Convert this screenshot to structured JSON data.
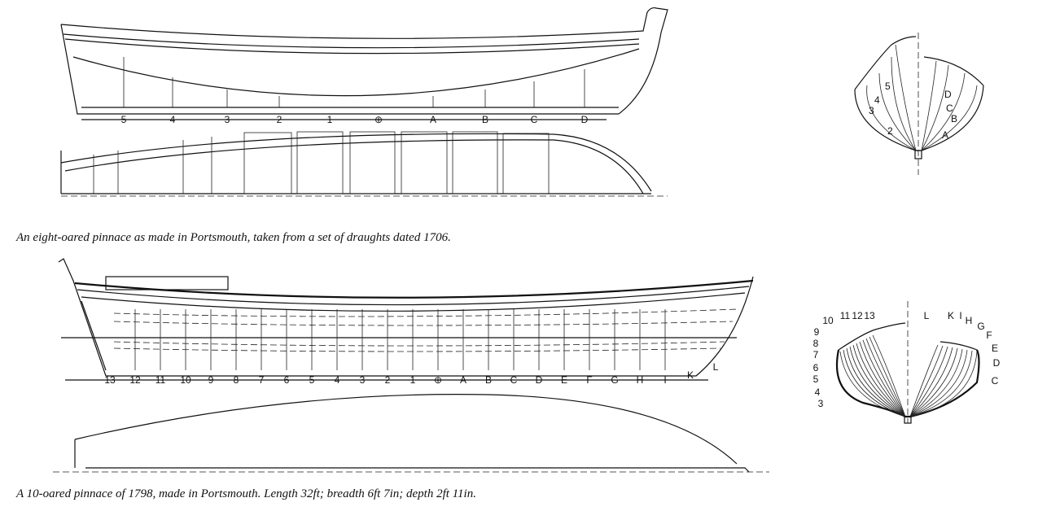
{
  "drawing1": {
    "caption": "An eight-oared pinnace as made in Portsmouth, taken from a set of draughts dated 1706.",
    "stations": [
      "5",
      "4",
      "3",
      "2",
      "1",
      "⊕",
      "A",
      "B",
      "C",
      "D"
    ],
    "body_plan_labels_left": [
      "5",
      "4",
      "3",
      "2"
    ],
    "body_plan_labels_right": [
      "D",
      "C",
      "B",
      "A"
    ]
  },
  "drawing2": {
    "caption": "A 10-oared pinnace of 1798, made in Portsmouth. Length 32ft; breadth 6ft 7in; depth 2ft 11in.",
    "stations": [
      "13",
      "12",
      "11",
      "10",
      "9",
      "8",
      "7",
      "6",
      "5",
      "4",
      "3",
      "2",
      "1",
      "⊕",
      "A",
      "B",
      "C",
      "D",
      "E",
      "F",
      "G",
      "H",
      "I",
      "K",
      "L"
    ],
    "body_plan_labels_left": [
      "10",
      "11",
      "12",
      "13",
      "9",
      "8",
      "7",
      "6",
      "5",
      "4",
      "3"
    ],
    "body_plan_labels_right": [
      "L",
      "K",
      "I",
      "H",
      "G",
      "F",
      "E",
      "D",
      "C"
    ]
  }
}
